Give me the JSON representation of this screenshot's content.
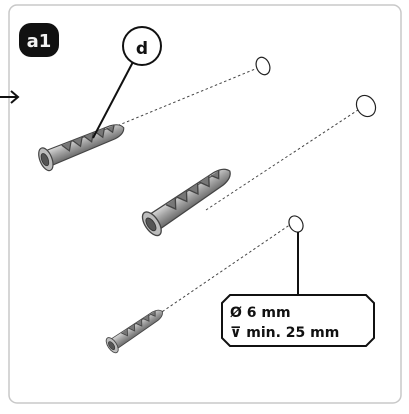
{
  "step": {
    "label": "a1"
  },
  "callout_tag": {
    "label": "d"
  },
  "spec": {
    "diameter": "Ø 6 mm",
    "depth": "⊽ min. 25 mm"
  },
  "colors": {
    "frame": "#c8c8c8",
    "ink": "#111111",
    "anchor_body": "#9a9a9a",
    "anchor_dark": "#5c5c5c",
    "anchor_light": "#d7d7d7"
  },
  "icons": [
    "arrow-right-icon",
    "wall-anchor-icon",
    "drill-hole-icon"
  ]
}
